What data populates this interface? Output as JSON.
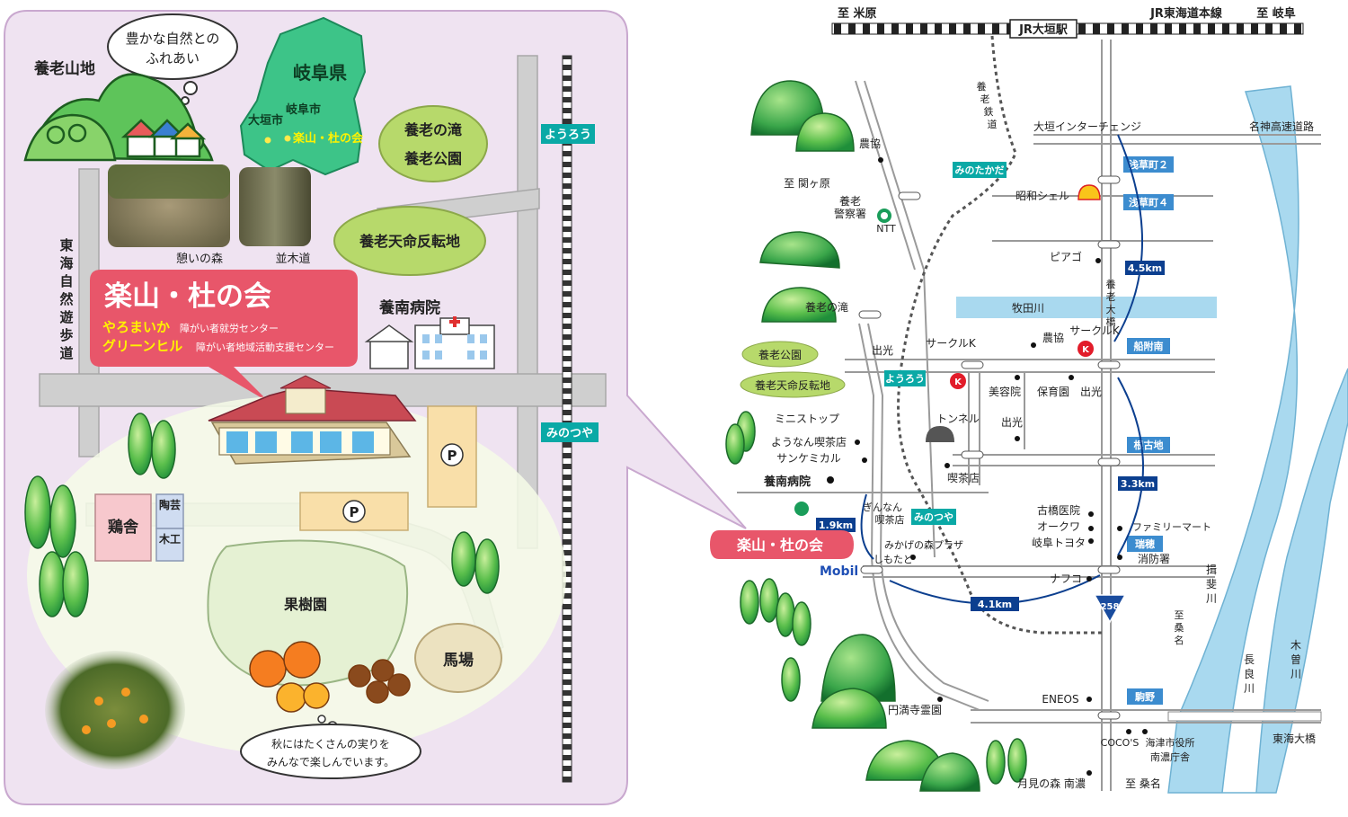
{
  "bubble_thought": {
    "line1": "豊かな自然との",
    "line2": "ふれあい"
  },
  "left": {
    "mountains_label": "養老山地",
    "prefecture": "岐阜県",
    "pref_cities": {
      "ogaki": "大垣市",
      "gifu": "岐阜市",
      "site": "楽山・杜の会"
    },
    "park1_line1": "養老の滝",
    "park1_line2": "養老公園",
    "park2": "養老天命反転地",
    "station_yoro": "ようろう",
    "station_minotsuya": "みのつや",
    "trail": [
      "東",
      "海",
      "自",
      "然",
      "遊",
      "歩",
      "道"
    ],
    "photo1_caption": "憩いの森",
    "photo2_caption": "並木道",
    "org_title": "楽山・杜の会",
    "org_sub1_name": "やろまいか",
    "org_sub1_desc": "障がい者就労センター",
    "org_sub2_name": "グリーンヒル",
    "org_sub2_desc": "障がい者地域活動支援センター",
    "hospital": "養南病院",
    "parking": "P",
    "chicken": "鶏舎",
    "pottery": "陶芸",
    "woodwork": "木工",
    "orchard": "果樹園",
    "stable": "馬場",
    "autumn_line1": "秋にはたくさんの実りを",
    "autumn_line2": "みんなで楽しんでいます。"
  },
  "right": {
    "to_maibara": "至 米原",
    "jr_station": "JR大垣駅",
    "jr_line": "JR東海道本線",
    "to_gifu": "至 岐阜",
    "yoro_railway": [
      "養",
      "老",
      "鉄",
      "道"
    ],
    "ogaki_ic": "大垣インターチェンジ",
    "meishin": "名神高速道路",
    "nokyo_top": "農協",
    "to_sekigahara": "至 関ヶ原",
    "police_line1": "養老",
    "police_line2": "警察署",
    "ntt": "NTT",
    "showa_shell": "昭和シェル",
    "piago": "ピアゴ",
    "makita_river": "牧田川",
    "yoro_ohashi": [
      "養",
      "老",
      "大",
      "橋"
    ],
    "yoro_falls": "養老の滝",
    "yoro_park": "養老公園",
    "tenmei": "養老天命反転地",
    "deko1": "出光",
    "circle_k_left": "サークルK",
    "nokyo2": "農協",
    "circle_k_right": "サークルK",
    "station_yoro": "ようろう",
    "biyoin": "美容院",
    "hoikuen": "保育園",
    "deko2": "出光",
    "tunnel": "トンネル",
    "deko3": "出光",
    "ministop": "ミニストップ",
    "younan_cafe": "ようなん喫茶店",
    "sankemical": "サンケミカル",
    "kissaten": "喫茶店",
    "younan_hospital": "養南病院",
    "ginnan_line1": "ぎんなん",
    "ginnan_line2": "喫茶店",
    "station_minotsuya": "みのつや",
    "mikage": "みかげの森プラザ",
    "shimotado": "しもたど",
    "furuhashi": "古橋医院",
    "okuwa": "オークワ",
    "gifu_toyota": "岐阜トヨタ",
    "familymart": "ファミリーマート",
    "mizuho": "瑞穂",
    "fire_station": "消防署",
    "nafuko": "ナフコ",
    "mobil": "Mobil",
    "org_tag": "楽山・杜の会",
    "route258": "258",
    "to_kuwana1": [
      "至",
      "桑",
      "名"
    ],
    "eneos": "ENEOS",
    "komano": "駒野",
    "enmanji": "円満寺霊園",
    "cocos": "COCO'S",
    "kaizu_line1": "海津市役所",
    "kaizu_line2": "南濃庁舎",
    "tsukimi": "月見の森 南濃",
    "to_kuwana2": "至 桑名",
    "tokai_ohashi": "東海大橋",
    "ibi_river": [
      "揖",
      "斐",
      "川"
    ],
    "nagara_river": [
      "長",
      "良",
      "川"
    ],
    "kiso_river": [
      "木",
      "曽",
      "川"
    ],
    "blue_labels": {
      "asakusa2": "浅草町２",
      "asakusa4": "浅草町４",
      "funatsuke": "船附南",
      "nekoji": "根古地",
      "mizuho": "瑞穂",
      "komano": "駒野"
    },
    "distances": {
      "d1": "4.5km",
      "d2": "3.3km",
      "d3": "1.9km",
      "d4": "4.1km"
    }
  },
  "colors": {
    "panel_bg": "#efe3f1",
    "road_gray": "#c8c8c8",
    "park_green": "#b7d96b",
    "org_pink": "#e8566a",
    "sign_teal": "#0aa9a6",
    "sign_blue": "#3c8ccf",
    "distance_navy": "#0c3f8f",
    "river_blue": "#a9d9ef"
  }
}
